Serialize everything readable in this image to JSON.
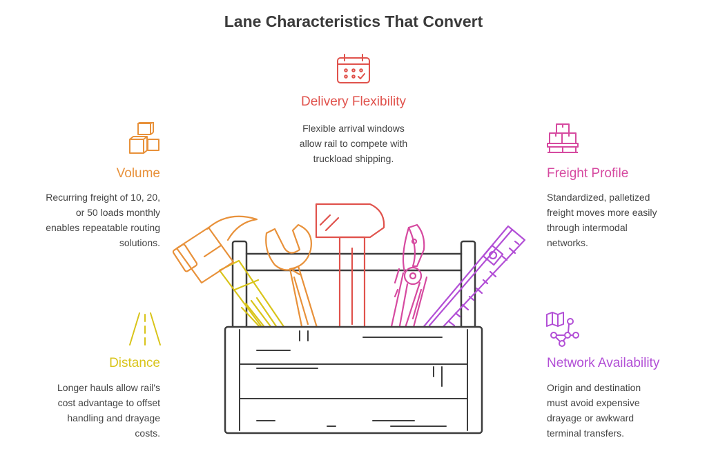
{
  "title": "Lane Characteristics That Convert",
  "colors": {
    "delivery": "#e0524c",
    "volume": "#e8913a",
    "freight": "#d64aa0",
    "distance": "#d9c41a",
    "network": "#b24fd6",
    "tools_outline": "#3d3d3d"
  },
  "items": {
    "delivery": {
      "heading": "Delivery Flexibility",
      "lines": [
        "Flexible arrival windows",
        "allow rail to compete with",
        "truckload shipping."
      ],
      "icon": "calendar-icon"
    },
    "volume": {
      "heading": "Volume",
      "lines": [
        "Recurring freight of 10, 20,",
        "or 50 loads monthly",
        "enables repeatable routing",
        "solutions."
      ],
      "icon": "boxes-icon"
    },
    "freight": {
      "heading": "Freight Profile",
      "lines": [
        "Standardized, palletized",
        "freight moves more easily",
        "through intermodal",
        "networks."
      ],
      "icon": "pallet-icon"
    },
    "distance": {
      "heading": "Distance",
      "lines": [
        "Longer hauls allow rail's",
        "cost advantage to offset",
        "handling and drayage",
        "costs."
      ],
      "icon": "road-icon"
    },
    "network": {
      "heading": "Network Availability",
      "lines": [
        "Origin and destination",
        "must avoid expensive",
        "drayage or awkward",
        "terminal transfers."
      ],
      "icon": "network-map-icon"
    }
  }
}
